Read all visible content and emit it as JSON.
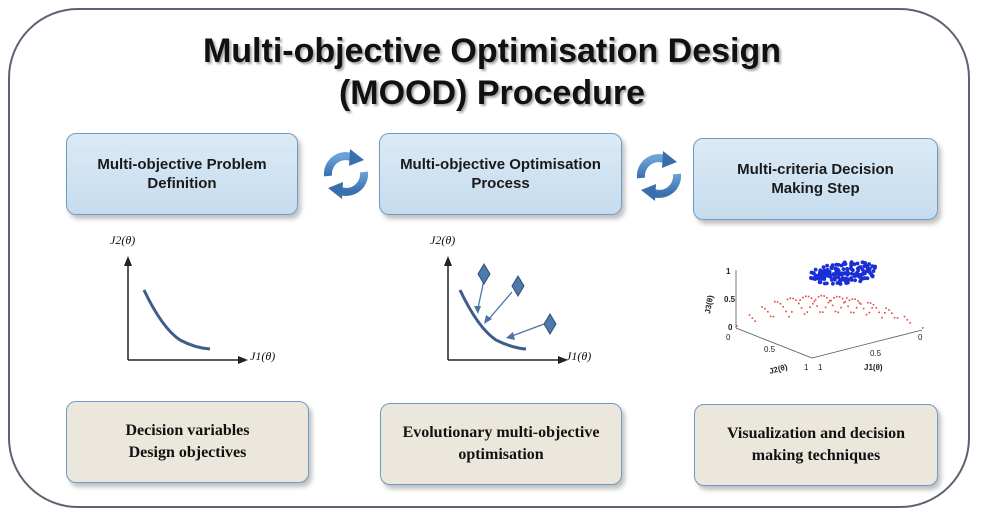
{
  "title": {
    "line1": "Multi-objective Optimisation Design",
    "line2": "(MOOD) Procedure"
  },
  "stages": [
    {
      "line1": "Multi-objective Problem",
      "line2": "Definition"
    },
    {
      "line1": "Multi-objective Optimisation",
      "line2": "Process"
    },
    {
      "line1": "Multi-criteria Decision",
      "line2": "Making Step"
    }
  ],
  "techniques": [
    {
      "line1": "Decision variables",
      "line2": "Design objectives"
    },
    {
      "line1": "Evolutionary multi-objective",
      "line2": "optimisation"
    },
    {
      "line1": "Visualization and decision",
      "line2": "making techniques"
    }
  ],
  "plots": {
    "y_label": "J2(θ)",
    "x_label": "J1(θ)",
    "scatter3d": {
      "x_label": "J1(θ)",
      "y_label": "J2(θ)",
      "z_label": "J3(θ)",
      "x_ticks": [
        "0",
        "0.5",
        "1"
      ],
      "y_ticks": [
        "0",
        "0.5",
        "1"
      ],
      "z_ticks": [
        "0",
        "0.5",
        "1"
      ]
    }
  },
  "colors": {
    "stage_fill": "#c6dcee",
    "tech_fill": "#ebe7dc",
    "border": "#6f9cc6",
    "curve": "#3f5d8a",
    "marker": "#4a74a5",
    "pareto_blue": "#1a2fd6",
    "grid_red": "#e0473d"
  },
  "icons": [
    "cycle-arrows-icon",
    "cycle-arrows-icon"
  ]
}
